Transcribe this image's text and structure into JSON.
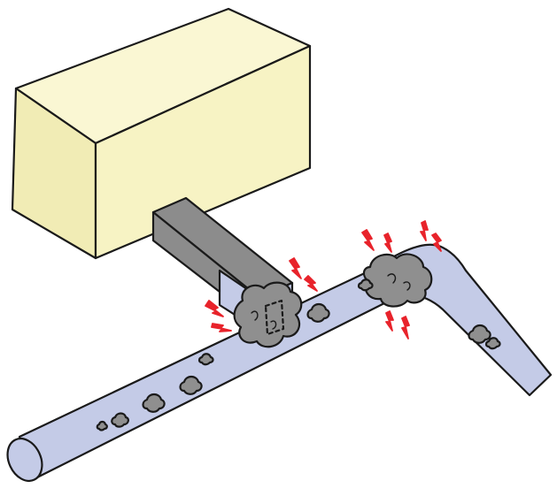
{
  "illustration": {
    "components": [
      "box",
      "branch-duct",
      "main-pipe",
      "blockage-at-junction",
      "blockage-at-bend"
    ],
    "colors": {
      "box_fill": "#f7f3c4",
      "box_top": "#faf7d3",
      "box_side": "#f1ecb5",
      "pipe_fill": "#c4cbe7",
      "duct_dark": "#8c8c8c",
      "clog_fill": "#8f8f8f",
      "spark": "#e8232b",
      "outline": "#1a1a1a"
    }
  }
}
